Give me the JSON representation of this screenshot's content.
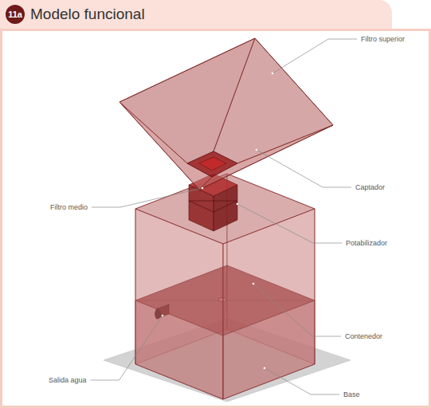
{
  "diagram": {
    "title": "Modelo funcional",
    "labels": [
      "11a",
      "Filtro superior",
      "Captador",
      "Filtro medio",
      "Potabilizador",
      "Contenedor",
      "Salida agua",
      "Base"
    ]
  }
}
